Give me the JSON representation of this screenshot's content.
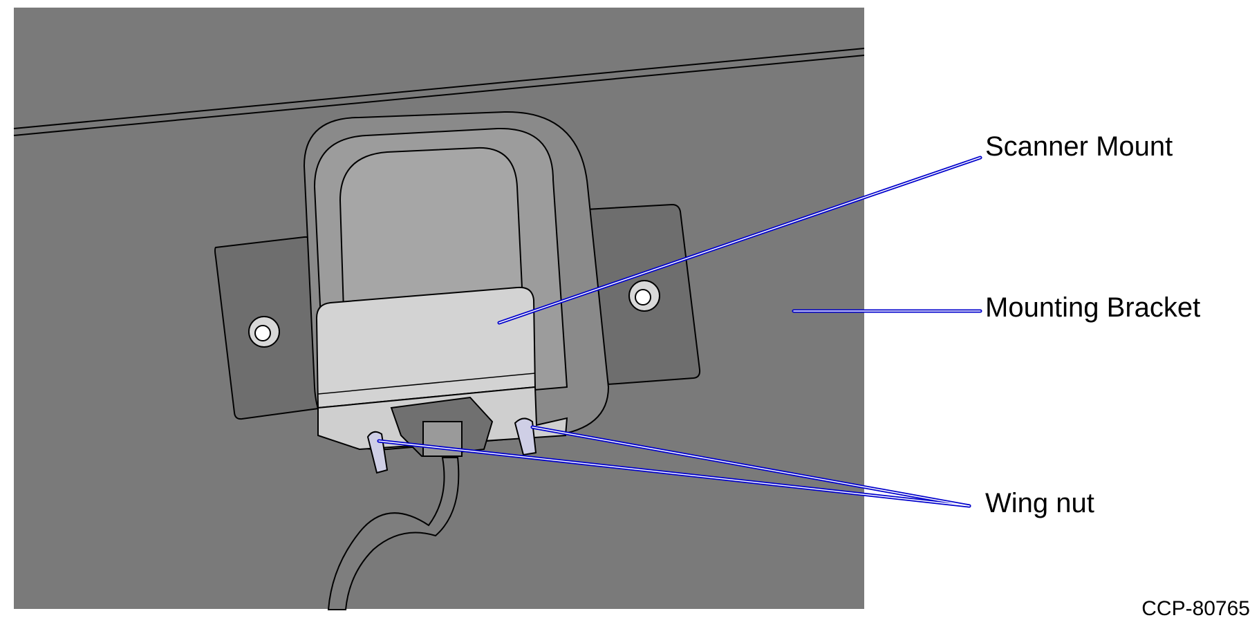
{
  "callouts": {
    "scanner_mount": "Scanner Mount",
    "mounting_bracket": "Mounting Bracket",
    "wing_nut": "Wing nut"
  },
  "figure_id": "CCP-80765",
  "colors": {
    "background_panel": "#7a7a7a",
    "leader_line": "#0000cc",
    "scanner_body": "#d3d3d3",
    "bracket": "#6e6e6e",
    "outline": "#000000"
  }
}
